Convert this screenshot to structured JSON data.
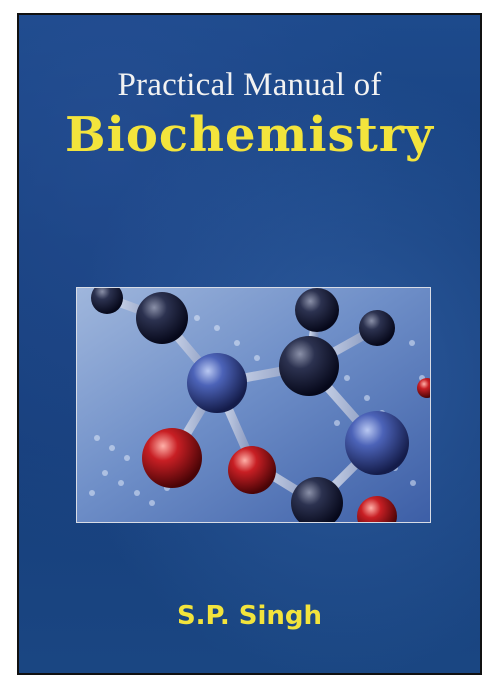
{
  "cover": {
    "title_line1": "Practical Manual of",
    "title_line2": "Biochemistry",
    "author": "S.P. Singh"
  },
  "colors": {
    "background": "#1a4682",
    "title_white": "#f2f2f2",
    "title_yellow": "#f3e43c"
  },
  "icons": {
    "illustration": "molecule-model-icon"
  }
}
